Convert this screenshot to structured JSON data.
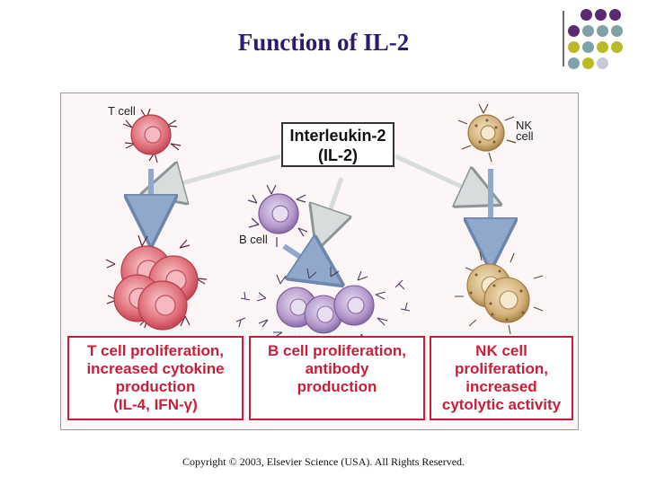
{
  "title": "Function of IL-2",
  "decoration": {
    "rows": [
      [
        "#5a2a6e",
        "#5a2a6e",
        "#5a2a6e"
      ],
      [
        "#5a2a6e",
        "#7fa1a8",
        "#7fa1a8",
        "#7fa1a8"
      ],
      [
        "#b9b92a",
        "#7fa1a8",
        "#b9b92a",
        "#b9b92a"
      ],
      [
        "#7fa1a8",
        "#b9b92a",
        "#c8c8d8"
      ]
    ]
  },
  "figure": {
    "cytokine_line1": "Interleukin-2",
    "cytokine_line2": "(IL-2)",
    "t_cell_label": "T cell",
    "b_cell_label": "B cell",
    "nk_cell_label_line1": "NK",
    "nk_cell_label_line2": "cell",
    "outcomes": {
      "t_cell": [
        "T cell proliferation,",
        "increased cytokine",
        "production",
        "(IL-4, IFN-γ)"
      ],
      "b_cell": [
        "B cell proliferation,",
        "antibody",
        "production"
      ],
      "nk_cell": [
        "NK cell",
        "proliferation,",
        "increased",
        "cytolytic activity"
      ]
    },
    "colors": {
      "t_cell": "#e0707a",
      "b_cell": "#b59bcc",
      "nk_cell": "#c9a56a",
      "arrow_blue": "#8fa8cc",
      "arrow_gray": "#c6cdcf",
      "outcome_text": "#c81e3a"
    }
  },
  "copyright": "Copyright © 2003, Elsevier Science (USA). All Rights Reserved."
}
